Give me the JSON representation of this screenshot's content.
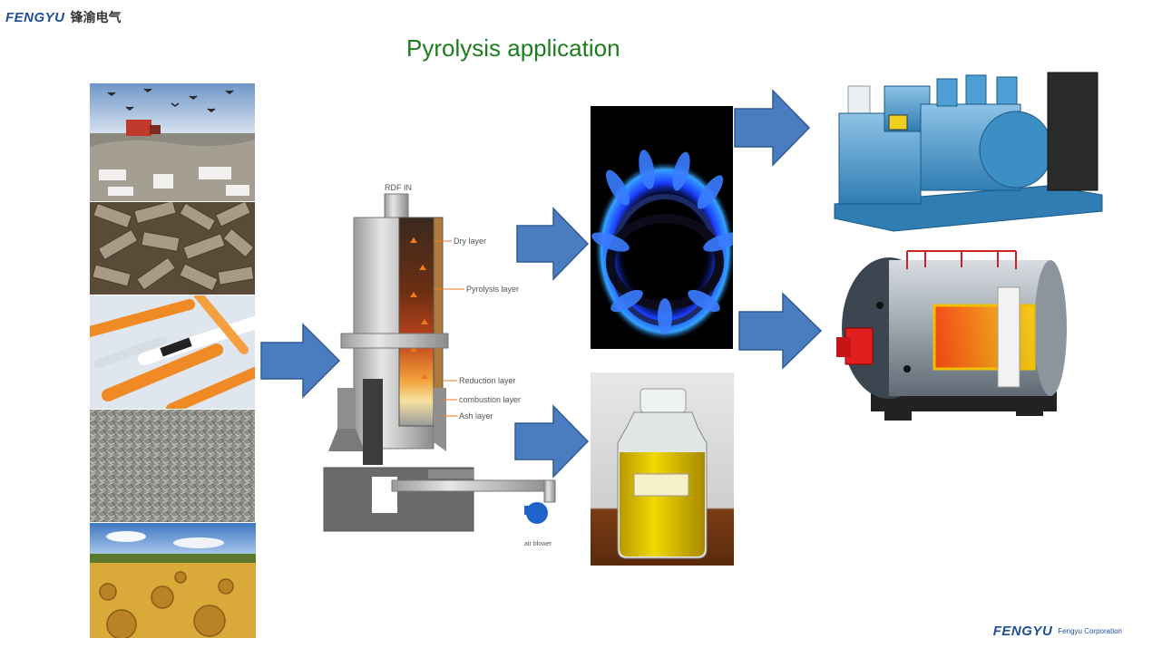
{
  "header": {
    "logo_en": "FENGYU",
    "logo_cn": "锋渝电气",
    "title": "Pyrolysis application"
  },
  "footer": {
    "logo_en": "FENGYU",
    "company": "Fengyu Corporation"
  },
  "reactor": {
    "inlet_label": "RDF IN",
    "layers": [
      "Dry layer",
      "Pyrolysis layer",
      "Reduction layer",
      "combustion layer",
      "Ash layer"
    ],
    "blower_label": "air blower"
  },
  "feedstocks": [
    "landfill-waste-photo",
    "wood-chips-photo",
    "medical-syringes-photo",
    "shredded-fiber-photo",
    "straw-bales-photo"
  ],
  "products": [
    "gas-flame-photo",
    "pyrolysis-oil-bottle-photo"
  ],
  "applications": [
    "diesel-generator-photo",
    "industrial-boiler-photo"
  ],
  "colors": {
    "title": "#1e7d1e",
    "arrow_fill": "#4a7cc0",
    "arrow_stroke": "#2f5c97",
    "brand_blue": "#1f4e9a",
    "brand_red": "#d21e1e"
  }
}
